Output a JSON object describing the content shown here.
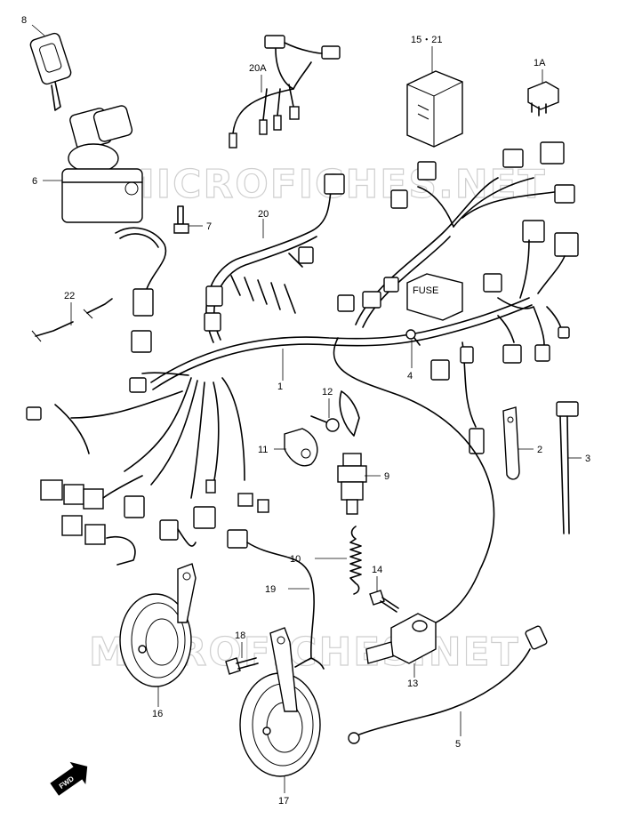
{
  "watermark": "MICROFICHES.NET",
  "direction_marker": "FWD",
  "callouts": {
    "p1": "1",
    "p1a": "1A",
    "p2": "2",
    "p3": "3",
    "p4": "4",
    "p5": "5",
    "p6": "6",
    "p7": "7",
    "p8": "8",
    "p9": "9",
    "p10": "10",
    "p11": "11",
    "p12": "12",
    "p13": "13",
    "p14": "14",
    "p15_21": "15・21",
    "p16": "16",
    "p17": "17",
    "p18": "18",
    "p19": "19",
    "p20": "20",
    "p20a": "20A",
    "p22": "22"
  },
  "fuse_label": "FUSE"
}
